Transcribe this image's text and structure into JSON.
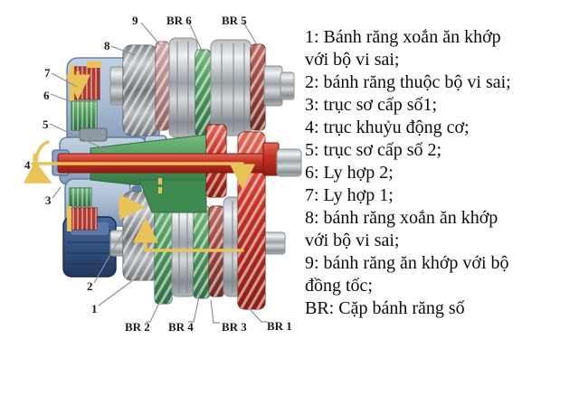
{
  "diagram": {
    "part_labels": {
      "p1": "1",
      "p2": "2",
      "p3": "3",
      "p4": "4",
      "p5": "5",
      "p6": "6",
      "p7": "7",
      "p8": "8",
      "p9": "9",
      "br1": "BR 1",
      "br2": "BR 2",
      "br3": "BR 3",
      "br4": "BR 4",
      "br5": "BR 5",
      "br6": "BR 6"
    },
    "colors": {
      "gear_silver": "#c6cacd",
      "gear_gray": "#8f9497",
      "gear_green": "#4f9c5e",
      "gear_pink": "#b98e8e",
      "gear_dark_red": "#9c4a42",
      "gear_bright_red": "#c5372a",
      "housing_steel_blue": "#a9bcd0",
      "housing_dark_blue": "#33517f",
      "power_flow_yellow": "#e9c357"
    }
  },
  "legend": {
    "lines": [
      "1: Bánh răng xoắn ăn khớp",
      "với bộ vi sai;",
      "2: bánh răng thuộc bộ vi sai;",
      "3: trục sơ cấp số1;",
      "4: trục khuỷu động cơ;",
      "5: trục sơ cấp số 2;",
      "6: Ly hợp 2;",
      "7: Ly hợp 1;",
      "8: bánh răng xoắn ăn khớp",
      "với bộ vi sai;",
      "9: bánh răng ăn khớp với bộ",
      "đồng tốc;",
      "BR: Cặp bánh răng số"
    ]
  }
}
